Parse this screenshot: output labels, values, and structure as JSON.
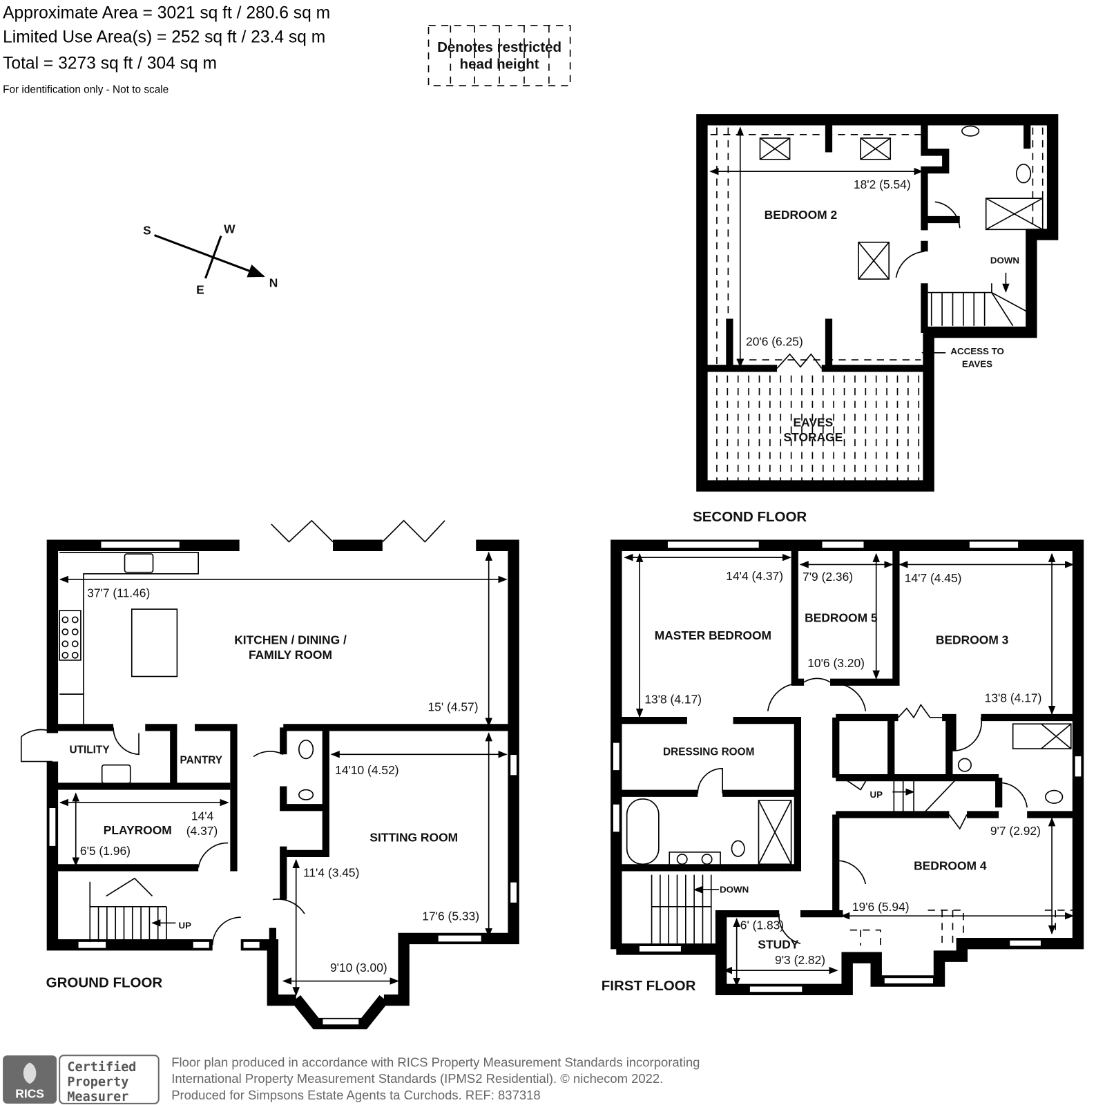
{
  "header": {
    "approx_area": "Approximate Area = 3021 sq ft / 280.6 sq m",
    "limited_use": "Limited Use Area(s) = 252 sq ft / 23.4 sq m",
    "total": "Total = 3273 sq ft / 304 sq m",
    "disclaimer": "For identification only - Not to scale"
  },
  "legend": {
    "line1": "Denotes restricted",
    "line2": "head height"
  },
  "compass": {
    "s": "S",
    "w": "W",
    "e": "E",
    "n": "N"
  },
  "second_floor": {
    "title": "SECOND FLOOR",
    "bedroom2": "BEDROOM 2",
    "eaves1": "EAVES",
    "eaves2": "STORAGE",
    "down": "DOWN",
    "access1": "ACCESS TO",
    "access2": "EAVES",
    "dim_width": "18'2 (5.54)",
    "dim_length": "20'6 (6.25)"
  },
  "ground_floor": {
    "title": "GROUND FLOOR",
    "kitchen1": "KITCHEN / DINING /",
    "kitchen2": "FAMILY ROOM",
    "utility": "UTILITY",
    "pantry": "PANTRY",
    "playroom": "PLAYROOM",
    "sitting": "SITTING ROOM",
    "up": "UP",
    "dim_kitchen_w": "37'7 (11.46)",
    "dim_kitchen_d": "15' (4.57)",
    "dim_play_w1": "14'4",
    "dim_play_w2": "(4.37)",
    "dim_play_d": "6'5 (1.96)",
    "dim_sit_w": "14'10 (4.52)",
    "dim_sit_bay": "11'4 (3.45)",
    "dim_sit_d": "17'6 (5.33)",
    "dim_bay_w": "9'10 (3.00)"
  },
  "first_floor": {
    "title": "FIRST FLOOR",
    "master": "MASTER BEDROOM",
    "bedroom5": "BEDROOM 5",
    "bedroom3": "BEDROOM 3",
    "dressing": "DRESSING ROOM",
    "bedroom4": "BEDROOM 4",
    "study": "STUDY",
    "up": "UP",
    "down": "DOWN",
    "dim_master_w": "14'4 (4.37)",
    "dim_master_d": "13'8 (4.17)",
    "dim_b5_w": "7'9 (2.36)",
    "dim_b5_d": "10'6 (3.20)",
    "dim_b3_w": "14'7 (4.45)",
    "dim_b3_d": "13'8 (4.17)",
    "dim_b4_d": "9'7 (2.92)",
    "dim_b4_w": "19'6 (5.94)",
    "dim_study_d": "6' (1.83)",
    "dim_study_w": "9'3 (2.82)"
  },
  "footer": {
    "badge_rics": "RICS",
    "badge1": "Certified",
    "badge2": "Property",
    "badge3": "Measurer",
    "line1": "Floor plan produced in accordance with RICS Property Measurement Standards incorporating",
    "line2": "International Property Measurement Standards (IPMS2 Residential).   © nichecom 2022.",
    "line3": "Produced for Simpsons Estate Agents ta Curchods.   REF:  837318"
  },
  "colors": {
    "walls": "#000000",
    "footer_text": "#666666",
    "badge_grey": "#6b6b6b"
  }
}
